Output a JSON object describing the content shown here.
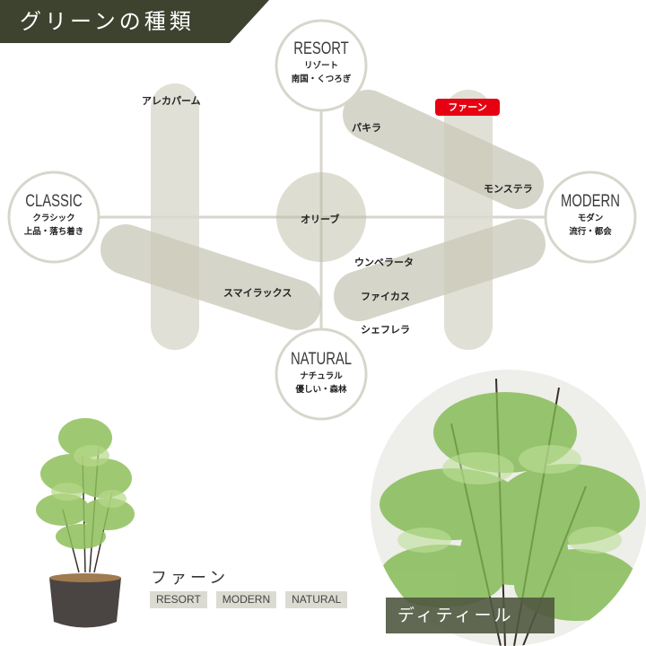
{
  "header": {
    "title": "グリーンの種類",
    "bg_color": "#3e4330"
  },
  "diagram": {
    "axes": {
      "top": {
        "en": "RESORT",
        "ja": "リゾート",
        "sub": "南国・くつろぎ"
      },
      "left": {
        "en": "CLASSIC",
        "ja": "クラシック",
        "sub": "上品・落ち着き"
      },
      "right": {
        "en": "MODERN",
        "ja": "モダン",
        "sub": "流行・都会"
      },
      "bottom": {
        "en": "NATURAL",
        "ja": "ナチュラル",
        "sub": "優しい・森林"
      }
    },
    "plants": [
      {
        "name": "アレカパーム"
      },
      {
        "name": "ファーン",
        "highlighted": true
      },
      {
        "name": "パキラ"
      },
      {
        "name": "モンステラ"
      },
      {
        "name": "オリーブ"
      },
      {
        "name": "ウンベラータ"
      },
      {
        "name": "スマイラックス"
      },
      {
        "name": "ファイカス"
      },
      {
        "name": "シェフレラ"
      }
    ],
    "highlight_color": "#e60012",
    "shape_color": "#dcdbd0",
    "overlap_color": "#c3c2b0",
    "line_color": "#d7d6cc"
  },
  "product": {
    "name": "ファーン",
    "tags": [
      "RESORT",
      "MODERN",
      "NATURAL"
    ]
  },
  "detail": {
    "label": "ディティール"
  }
}
